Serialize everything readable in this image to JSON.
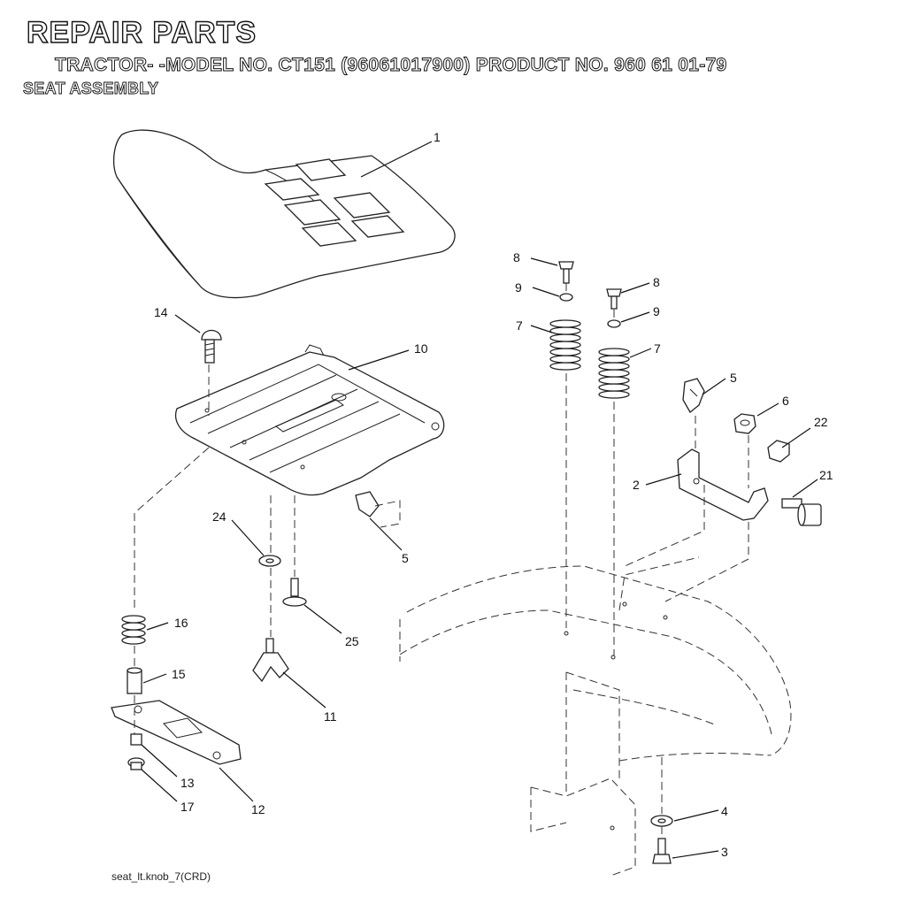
{
  "header": {
    "title": "REPAIR PARTS",
    "subtitle": "TRACTOR- -MODEL NO. CT151 (96061017900) PRODUCT NO. 960 61 01-79",
    "section": "SEAT ASSEMBLY"
  },
  "callouts": {
    "c1": "1",
    "c2": "2",
    "c3": "3",
    "c4": "4",
    "c5a": "5",
    "c5b": "5",
    "c6": "6",
    "c7a": "7",
    "c7b": "7",
    "c8a": "8",
    "c8b": "8",
    "c9a": "9",
    "c9b": "9",
    "c10": "10",
    "c11": "11",
    "c12": "12",
    "c13": "13",
    "c14": "14",
    "c15": "15",
    "c16": "16",
    "c17": "17",
    "c21": "21",
    "c22": "22",
    "c24": "24",
    "c25": "25"
  },
  "footer": {
    "drawing_ref": "seat_lt.knob_7(CRD)"
  }
}
